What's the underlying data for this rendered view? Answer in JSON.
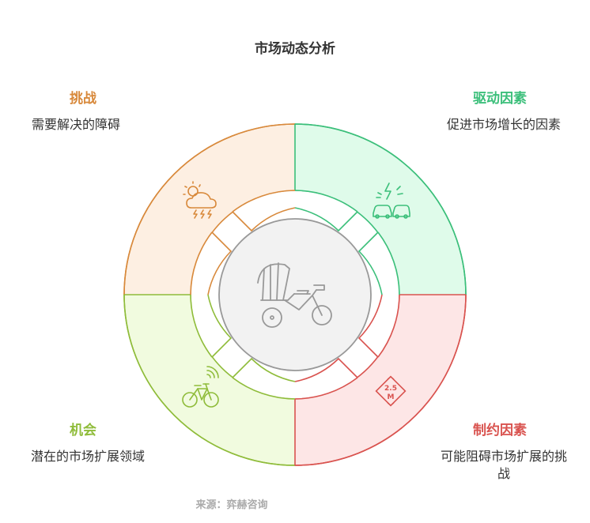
{
  "title": "市场动态分析",
  "quadrants": {
    "challenges": {
      "title": "挑战",
      "description": "需要解决的障碍",
      "color": "#d8893b",
      "fill": "#fdefe2",
      "icon": "storm-cloud-icon"
    },
    "drivers": {
      "title": "驱动因素",
      "description": "促进市场增长的因素",
      "color": "#3bbf7a",
      "fill": "#dffbea",
      "icon": "traffic-cars-icon"
    },
    "opportunities": {
      "title": "机会",
      "description": "潜在的市场扩展领域",
      "color": "#8fbc3a",
      "fill": "#f1fbdf",
      "icon": "connected-bicycle-icon"
    },
    "constraints": {
      "title": "制约因素",
      "description": "可能阻碍市场扩展的挑战",
      "color": "#d9534f",
      "fill": "#fde6e6",
      "icon": "height-limit-sign-icon",
      "sign_text_top": "2.5",
      "sign_text_bottom": "M"
    }
  },
  "center": {
    "icon": "pedicab-icon",
    "fill": "#f2f2f2",
    "stroke": "#999999"
  },
  "source": "来源：弈赫咨询"
}
